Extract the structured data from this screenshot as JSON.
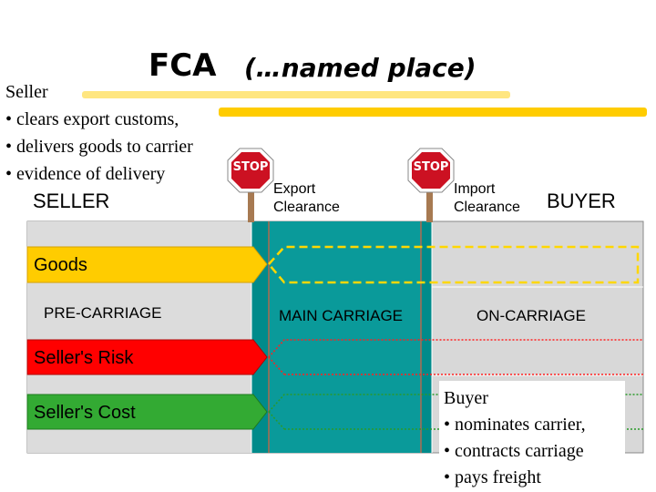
{
  "title": {
    "main": "FCA",
    "sub": "(…named place)"
  },
  "seller_box": {
    "heading": "Seller",
    "bullets": [
      "• clears export customs,",
      "• delivers goods to carrier",
      "• evidence of delivery"
    ]
  },
  "parties": {
    "seller": "SELLER",
    "buyer": "BUYER"
  },
  "stop_signs": [
    {
      "text": "STOP"
    },
    {
      "text": "STOP"
    }
  ],
  "clearance": {
    "export": [
      "Export",
      "Clearance"
    ],
    "import": [
      "Import",
      "Clearance"
    ]
  },
  "bands": {
    "goods": "Goods",
    "risk": "Seller's Risk",
    "cost": "Seller's Cost"
  },
  "carriage": {
    "pre": "PRE-CARRIAGE",
    "main": "MAIN CARRIAGE",
    "on": "ON-CARRIAGE"
  },
  "buyer_box": {
    "heading": "Buyer",
    "bullets": [
      "• nominates carrier,",
      "• contracts carriage",
      "• pays freight"
    ]
  },
  "colors": {
    "goods": "#ffcc00",
    "risk": "#ff0000",
    "cost": "#33aa33",
    "main_carriage": "#008b8b",
    "panel": "#d8d8d8",
    "stop": "#cc1122"
  }
}
